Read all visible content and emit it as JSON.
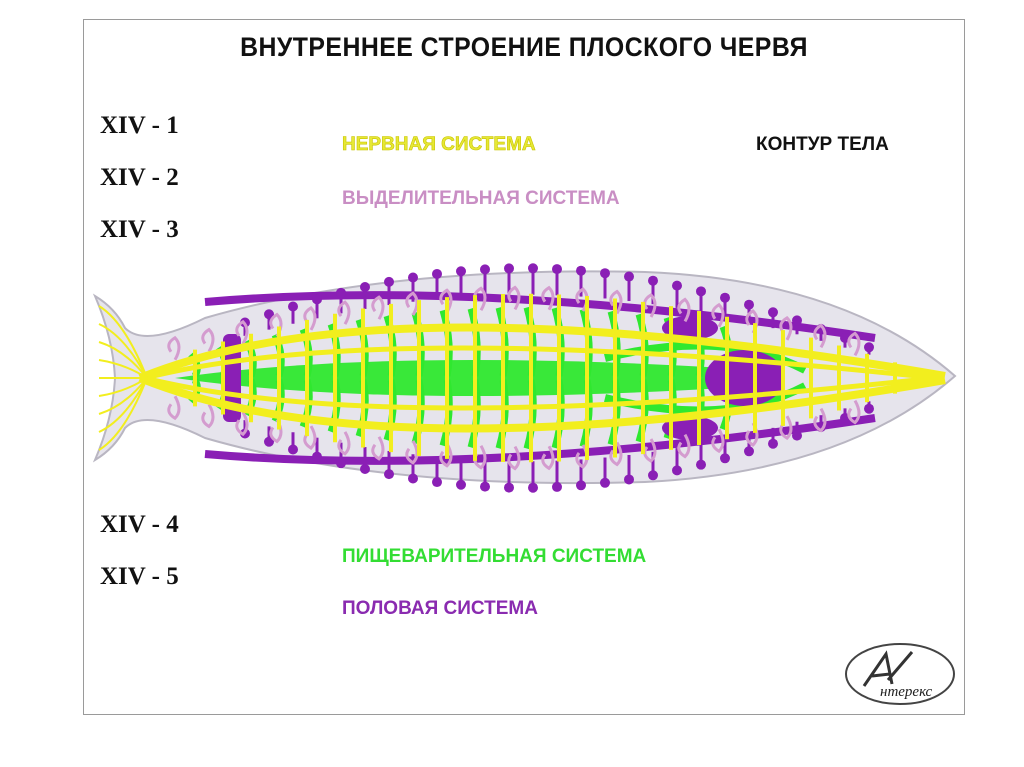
{
  "title": "ВНУТРЕННЕЕ СТРОЕНИЕ ПЛОСКОГО ЧЕРВЯ",
  "codes": [
    "XIV - 1",
    "XIV - 2",
    "XIV - 3",
    "XIV - 4",
    "XIV - 5"
  ],
  "legend": {
    "nervous": "НЕРВНАЯ СИСТЕМА",
    "excretory": "ВЫДЕЛИТЕЛЬНАЯ СИСТЕМА",
    "body_outline": "КОНТУР ТЕЛА",
    "digestive": "ПИЩЕВАРИТЕЛЬНАЯ СИСТЕМА",
    "reproductive": "ПОЛОВАЯ СИСТЕМА"
  },
  "logo": {
    "text": "нтерекс"
  },
  "colors": {
    "nervous": "#f2ee1e",
    "excretory": "#d49ccf",
    "digestive": "#2fe82f",
    "reproductive": "#8a1fb5",
    "body_fill": "#e6e4ec",
    "body_edge": "#b9b6c2"
  }
}
